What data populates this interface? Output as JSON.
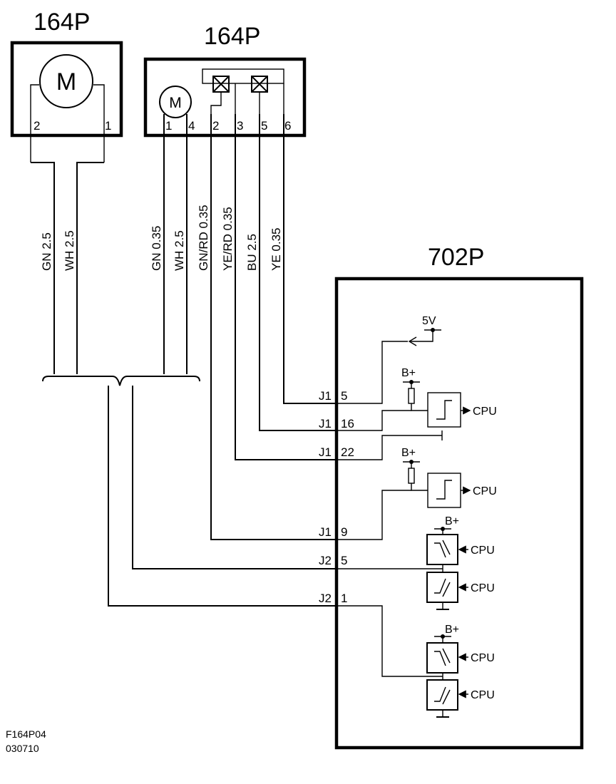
{
  "connectors": {
    "left_motor": {
      "title": "164P",
      "symbol": "M",
      "pins": [
        "2",
        "1"
      ]
    },
    "right_unit": {
      "title": "164P",
      "symbol": "M",
      "pins": [
        "1",
        "4",
        "2",
        "3",
        "5",
        "6"
      ]
    },
    "controller": {
      "title": "702P"
    }
  },
  "wires": [
    {
      "label": "GN  2.5"
    },
    {
      "label": "WH  2.5"
    },
    {
      "label": "GN  0.35"
    },
    {
      "label": "WH  2.5"
    },
    {
      "label": "GN/RD  0.35"
    },
    {
      "label": "YE/RD  0.35"
    },
    {
      "label": "BU  2.5"
    },
    {
      "label": "YE  0.35"
    }
  ],
  "terminals": [
    {
      "conn": "J1",
      "pin": "5"
    },
    {
      "conn": "J1",
      "pin": "16"
    },
    {
      "conn": "J1",
      "pin": "22"
    },
    {
      "conn": "J1",
      "pin": "9"
    },
    {
      "conn": "J2",
      "pin": "5"
    },
    {
      "conn": "J2",
      "pin": "1"
    }
  ],
  "supply": {
    "v5": "5V",
    "bplus": "B+"
  },
  "cpu_label": "CPU",
  "figure_code": {
    "line1": "F164P04",
    "line2": "030710"
  }
}
